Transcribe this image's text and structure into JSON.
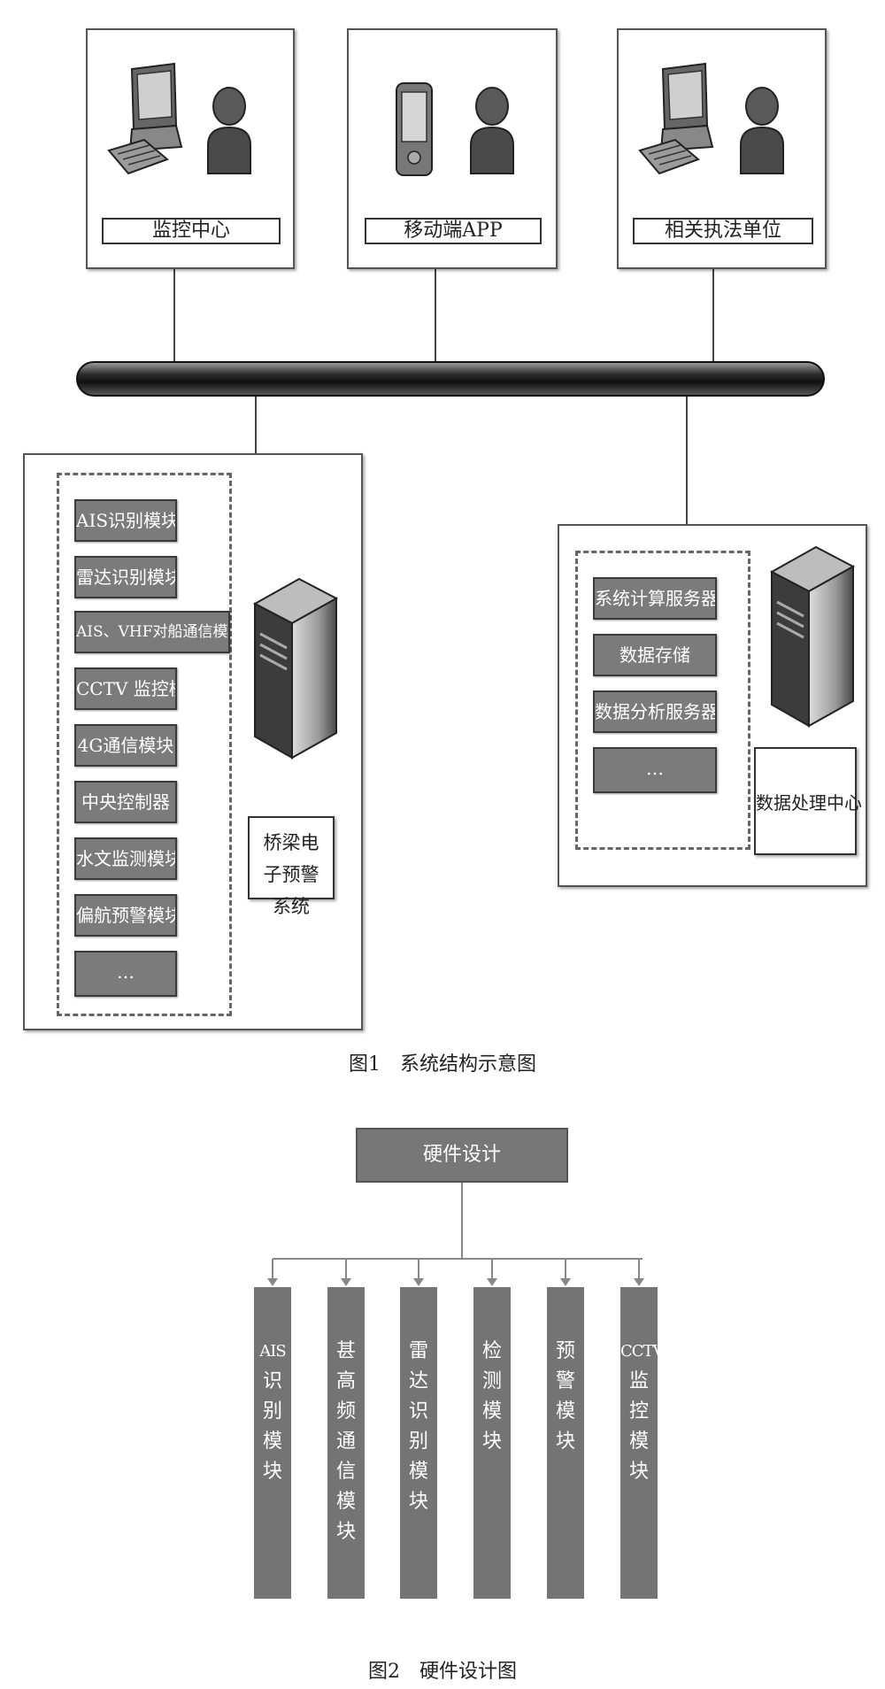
{
  "fig1": {
    "caption": "图1　系统结构示意图",
    "top_boxes": [
      {
        "label": "监控中心"
      },
      {
        "label": "移动端APP"
      },
      {
        "label": "相关执法单位"
      }
    ],
    "left_modules": [
      "AIS识别模块",
      "雷达识别模块",
      "AIS、VHF对船通信模块",
      "CCTV 监控模块",
      "4G通信模块",
      "中央控制器",
      "水文监测模块",
      "偏航预警模块",
      "…"
    ],
    "left_system": "桥梁电子预警系统",
    "right_modules": [
      "系统计算服务器",
      "数据存储",
      "数据分析服务器",
      "…"
    ],
    "right_center": "数据处理中心"
  },
  "fig2": {
    "caption": "图2　硬件设计图",
    "root": "硬件设计",
    "modules": [
      "AIS识别模块",
      "甚高频通信模块",
      "雷达识别模块",
      "检测模块",
      "预警模块",
      "CCTV监控模块"
    ]
  }
}
